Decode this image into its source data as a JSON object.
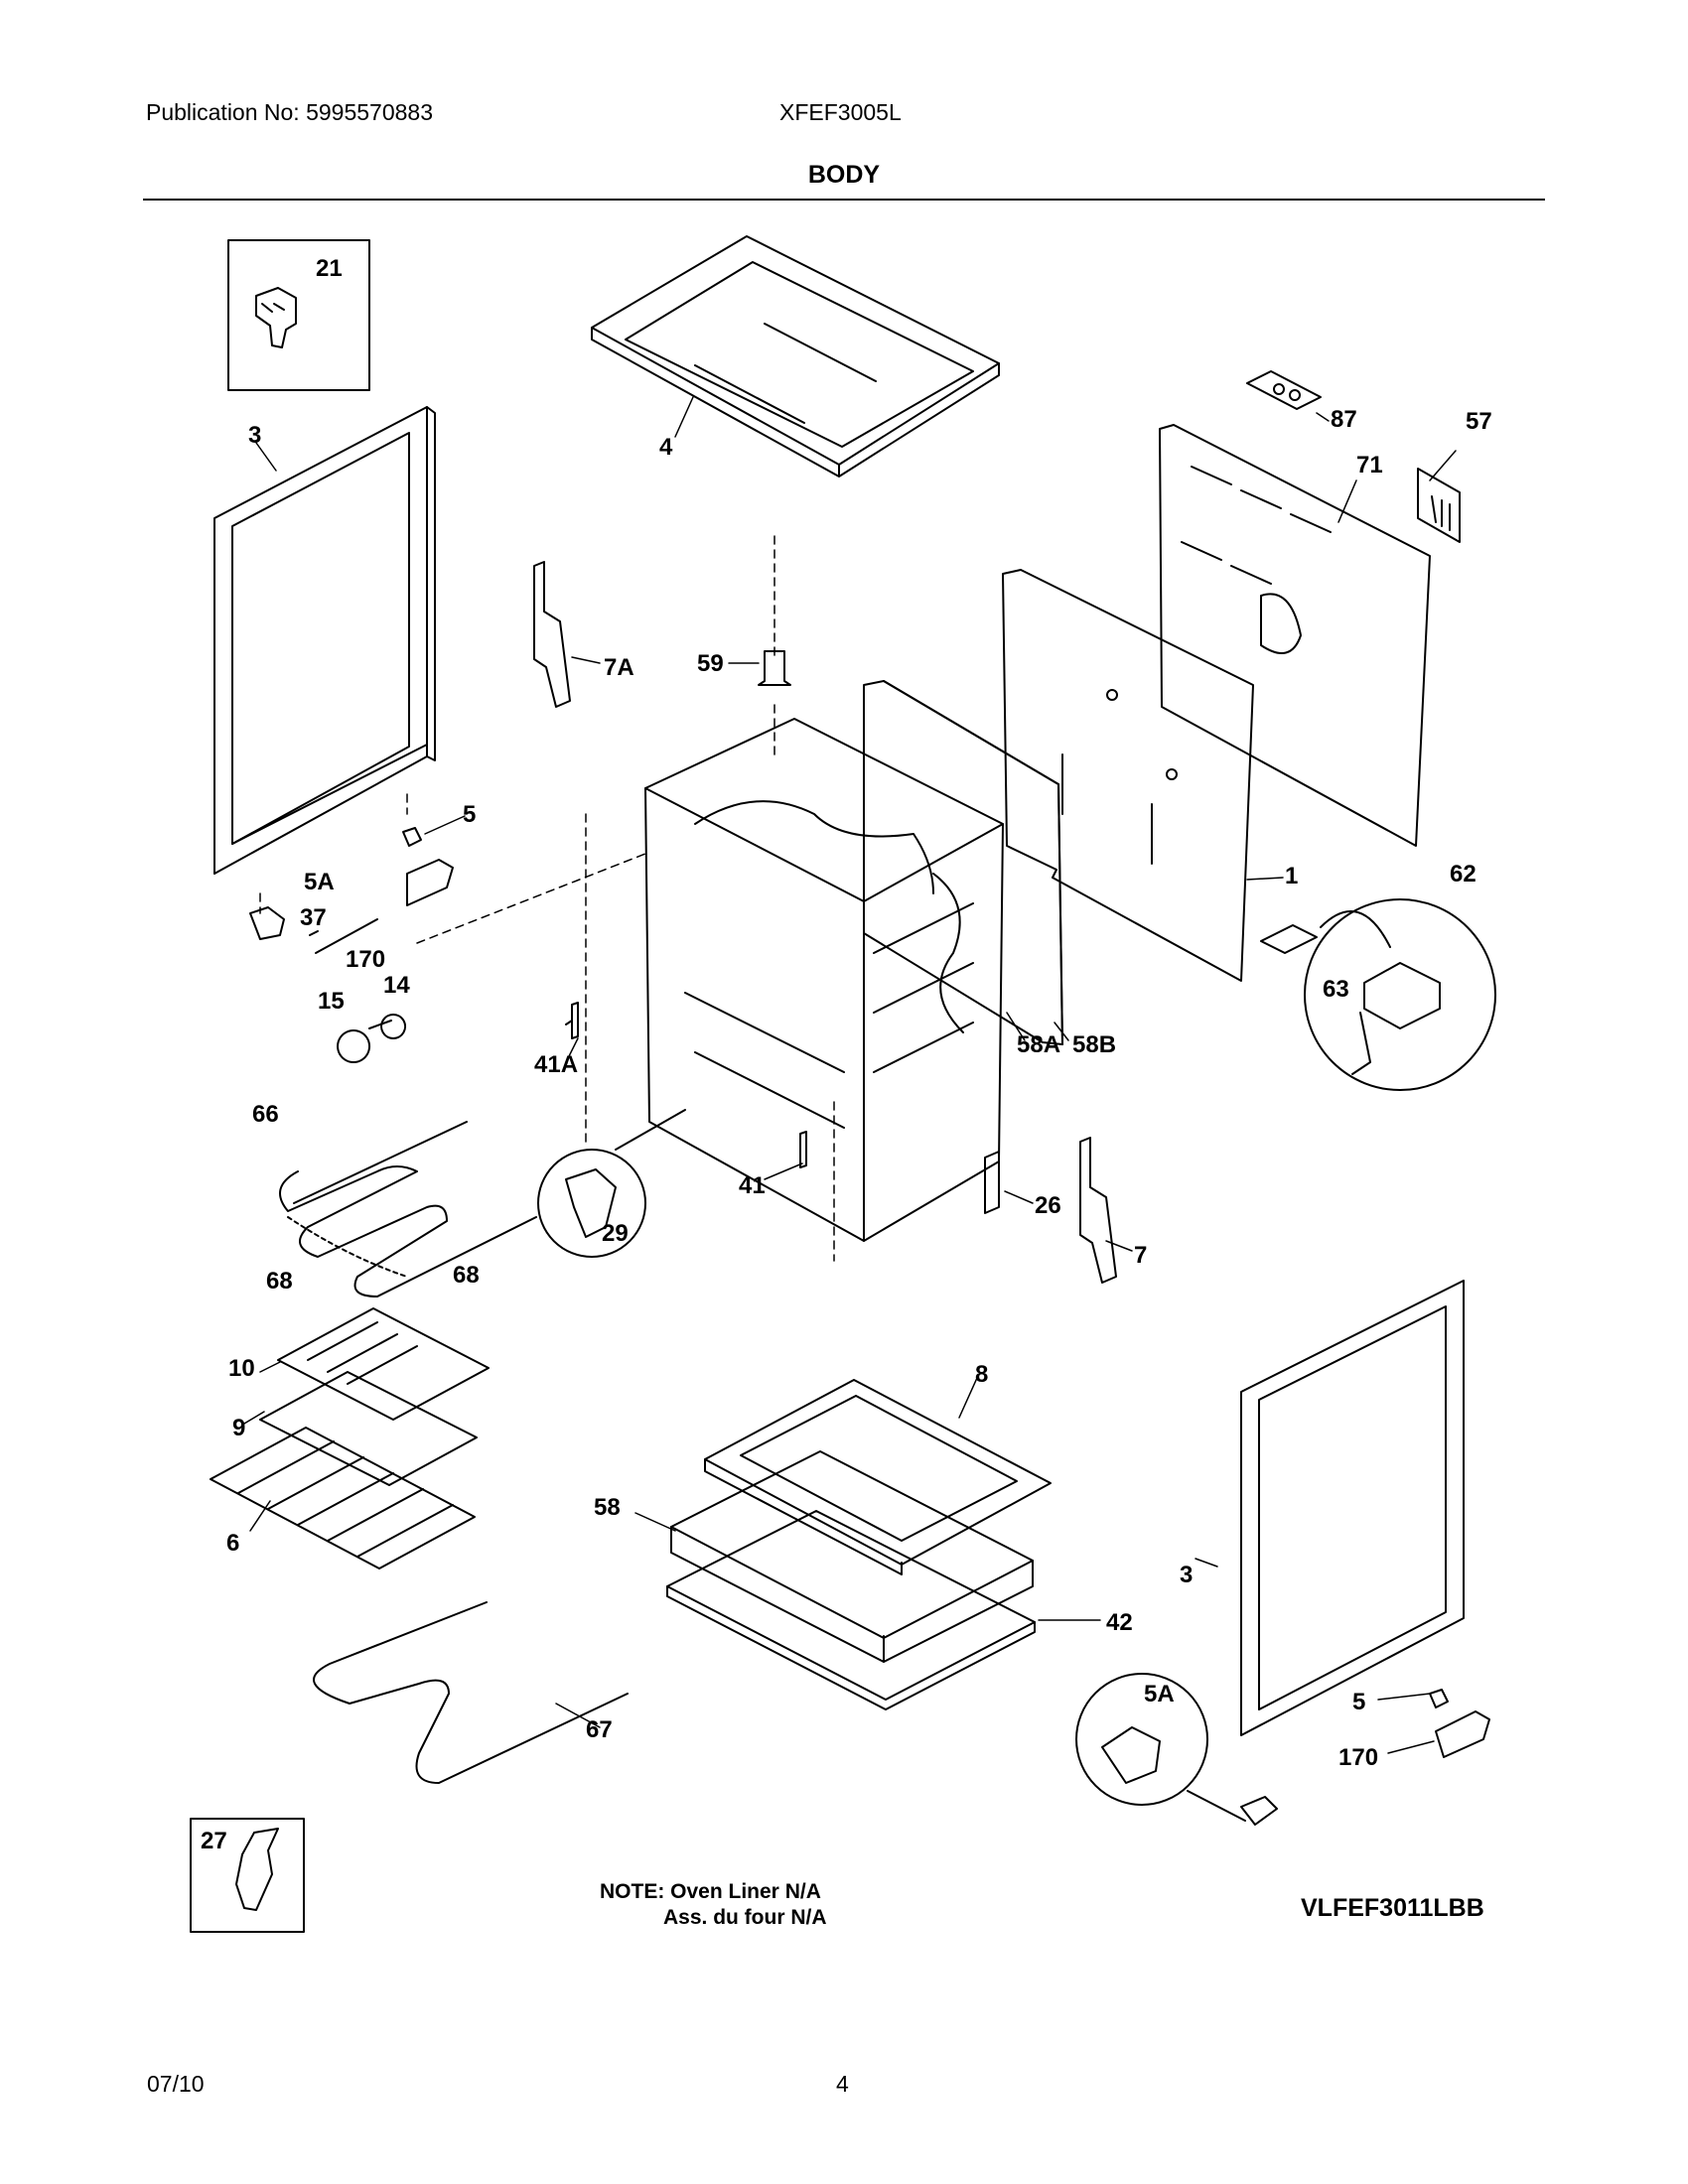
{
  "header": {
    "publication": "Publication No: 5995570883",
    "model": "XFEF3005L",
    "title": "BODY"
  },
  "callouts": [
    {
      "id": "c-21",
      "text": "21"
    },
    {
      "id": "c-3a",
      "text": "3"
    },
    {
      "id": "c-4",
      "text": "4"
    },
    {
      "id": "c-87",
      "text": "87"
    },
    {
      "id": "c-57",
      "text": "57"
    },
    {
      "id": "c-71",
      "text": "71"
    },
    {
      "id": "c-7a",
      "text": "7A"
    },
    {
      "id": "c-59",
      "text": "59"
    },
    {
      "id": "c-5a",
      "text": "5"
    },
    {
      "id": "c-5aa",
      "text": "5A"
    },
    {
      "id": "c-37",
      "text": "37"
    },
    {
      "id": "c-170a",
      "text": "170"
    },
    {
      "id": "c-15",
      "text": "15"
    },
    {
      "id": "c-14",
      "text": "14"
    },
    {
      "id": "c-1",
      "text": "1"
    },
    {
      "id": "c-62",
      "text": "62"
    },
    {
      "id": "c-63",
      "text": "63"
    },
    {
      "id": "c-41a",
      "text": "41A"
    },
    {
      "id": "c-58a",
      "text": "58A"
    },
    {
      "id": "c-58b",
      "text": "58B"
    },
    {
      "id": "c-66",
      "text": "66"
    },
    {
      "id": "c-29",
      "text": "29"
    },
    {
      "id": "c-41",
      "text": "41"
    },
    {
      "id": "c-26",
      "text": "26"
    },
    {
      "id": "c-7",
      "text": "7"
    },
    {
      "id": "c-68a",
      "text": "68"
    },
    {
      "id": "c-68b",
      "text": "68"
    },
    {
      "id": "c-10",
      "text": "10"
    },
    {
      "id": "c-8",
      "text": "8"
    },
    {
      "id": "c-9",
      "text": "9"
    },
    {
      "id": "c-58",
      "text": "58"
    },
    {
      "id": "c-6",
      "text": "6"
    },
    {
      "id": "c-3b",
      "text": "3"
    },
    {
      "id": "c-42",
      "text": "42"
    },
    {
      "id": "c-5ab",
      "text": "5A"
    },
    {
      "id": "c-5b",
      "text": "5"
    },
    {
      "id": "c-67",
      "text": "67"
    },
    {
      "id": "c-170b",
      "text": "170"
    },
    {
      "id": "c-27",
      "text": "27"
    }
  ],
  "note": {
    "line1": "NOTE: Oven Liner N/A",
    "line2": "Ass. du four N/A"
  },
  "diagram_code": "VLFEF3011LBB",
  "footer": {
    "date": "07/10",
    "page": "4"
  }
}
